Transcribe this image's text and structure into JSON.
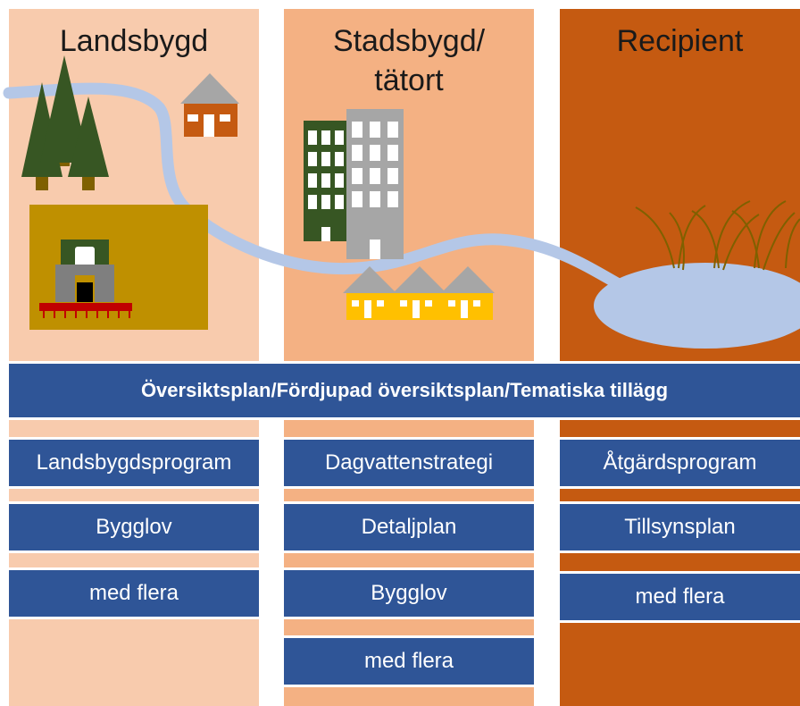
{
  "columns": [
    {
      "title": "Landsbygd",
      "color": "#f8cbad"
    },
    {
      "title": "Stadsbygd/ tätort",
      "color": "#f4b183"
    },
    {
      "title": "Recipient",
      "color": "#c55a11"
    }
  ],
  "band": {
    "label": "Översiktsplan/Fördjupad översiktsplan/Tematiska tillägg",
    "color": "#2f5597"
  },
  "boxes": {
    "landsbygd": [
      "Landsbygdsprogram",
      "Bygglov",
      "med flera"
    ],
    "stadsbygd": [
      "Dagvattenstrategi",
      "Detaljplan",
      "Bygglov",
      "med flera"
    ],
    "recipient": [
      "Åtgärdsprogram",
      "Tillsynsplan",
      "med flera"
    ]
  },
  "icons": [
    "forest-icon",
    "house-icon",
    "tractor-field-icon",
    "office-buildings-icon",
    "row-houses-icon",
    "stream-icon",
    "lake-icon",
    "reeds-icon"
  ]
}
